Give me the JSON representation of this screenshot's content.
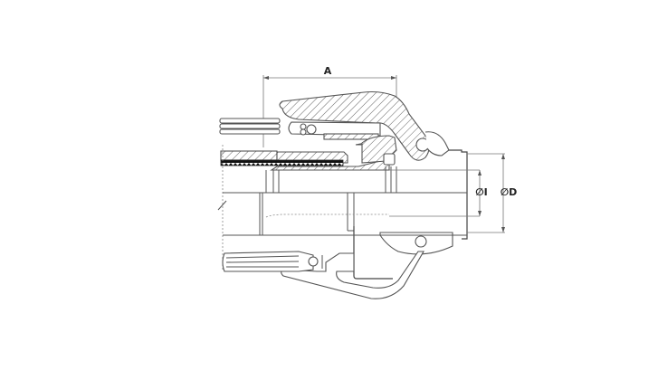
{
  "drawing": {
    "subject": "cam lock coupling section view",
    "dimensions": {
      "length_label": "A",
      "inner_diameter_label": "∅I",
      "outer_diameter_label": "∅D"
    },
    "colors": {
      "line": "#555555",
      "background": "#ffffff",
      "hose_band": "#111111"
    }
  }
}
